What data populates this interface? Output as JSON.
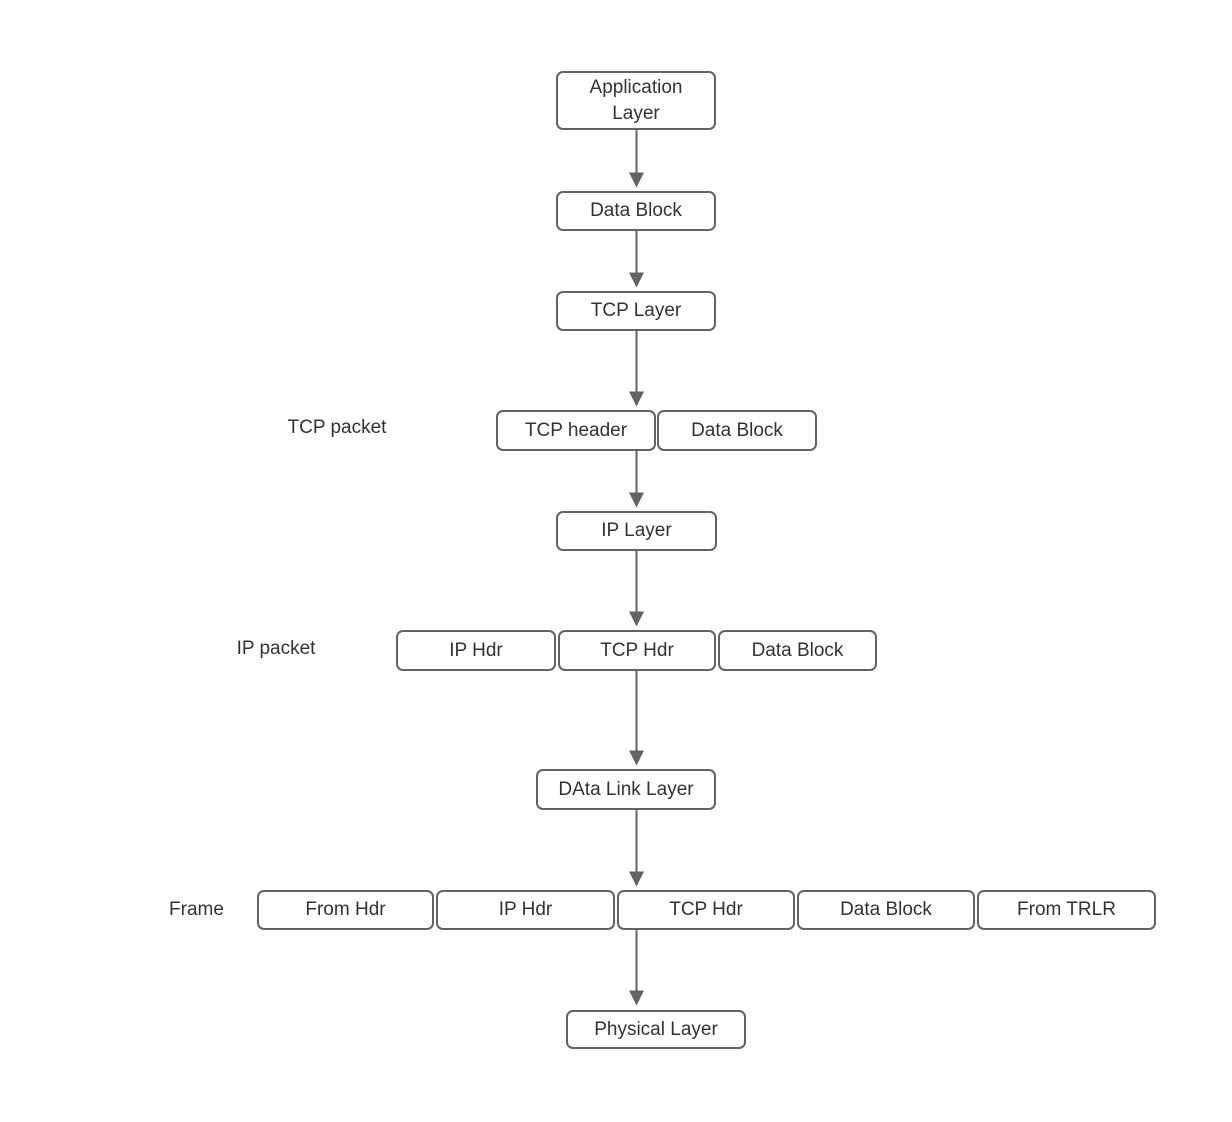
{
  "diagram": {
    "type": "flowchart",
    "subject": "TCP/IP encapsulation layers",
    "colors": {
      "background": "#ffffff",
      "node_border": "#636363",
      "node_fill": "#ffffff",
      "text": "#333333",
      "arrow": "#636363"
    },
    "nodes": {
      "application_layer": "Application Layer",
      "data_block_top": "Data Block",
      "tcp_layer": "TCP Layer",
      "tcp_header": "TCP header",
      "tcp_data_block": "Data Block",
      "ip_layer": "IP Layer",
      "ip_hdr": "IP Hdr",
      "tcp_hdr": "TCP Hdr",
      "ip_data_block": "Data Block",
      "data_link_layer": "DAta Link Layer",
      "frame_from_hdr": "From Hdr",
      "frame_ip_hdr": "IP Hdr",
      "frame_tcp_hdr": "TCP Hdr",
      "frame_data_block": "Data Block",
      "frame_from_trlr": "From TRLR",
      "physical_layer": "Physical Layer"
    },
    "labels": {
      "tcp_packet": "TCP packet",
      "ip_packet": "IP packet",
      "frame": "Frame"
    },
    "edges": [
      "application_layer -> data_block_top",
      "data_block_top -> tcp_layer",
      "tcp_layer -> tcp_packet_row",
      "tcp_packet_row -> ip_layer",
      "ip_layer -> ip_packet_row",
      "ip_packet_row -> data_link_layer",
      "data_link_layer -> frame_row",
      "frame_row -> physical_layer"
    ]
  }
}
